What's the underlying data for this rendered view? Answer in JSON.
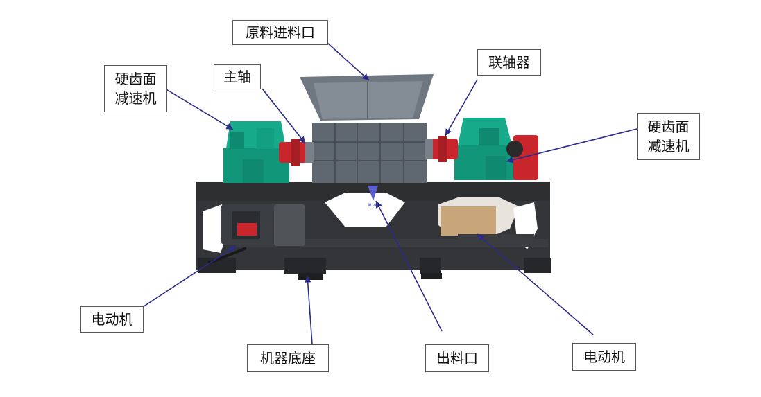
{
  "labels": {
    "raw_inlet": "原料进料口",
    "main_shaft": "主轴",
    "coupling": "联轴器",
    "reducer_left": "硬齿面\n减速机",
    "reducer_right": "硬齿面\n减速机",
    "motor_left": "电动机",
    "base": "机器底座",
    "outlet": "出料口",
    "motor_right": "电动机"
  },
  "logo_text": "ALVA",
  "colors": {
    "reducer": "#16a98a",
    "coupling": "#c8262c",
    "chamber": "#5f6770",
    "frame": "#2e2f31",
    "leader": "#2b2b8a"
  }
}
